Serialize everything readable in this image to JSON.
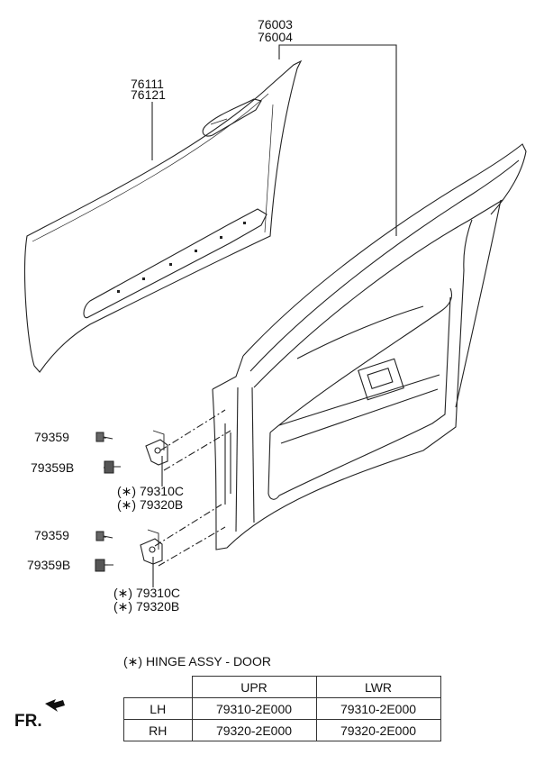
{
  "callouts": {
    "door_assy_a": "76003",
    "door_assy_b": "76004",
    "outer_panel_a": "76111",
    "outer_panel_b": "76121",
    "upper_bolt": "79359",
    "upper_bolt_b": "79359B",
    "upper_hinge_a": "(∗) 79310C",
    "upper_hinge_b": "(∗) 79320B",
    "lower_bolt": "79359",
    "lower_bolt_b": "79359B",
    "lower_hinge_a": "(∗) 79310C",
    "lower_hinge_b": "(∗) 79320B"
  },
  "hinge_table": {
    "caption": "(∗) HINGE ASSY - DOOR",
    "columns": [
      "",
      "UPR",
      "LWR"
    ],
    "rows": [
      {
        "side": "LH",
        "upr": "79310-2E000",
        "lwr": "79310-2E000"
      },
      {
        "side": "RH",
        "upr": "79320-2E000",
        "lwr": "79320-2E000"
      }
    ]
  },
  "direction": {
    "label": "FR.",
    "icon": "front-direction-arrow-icon"
  }
}
